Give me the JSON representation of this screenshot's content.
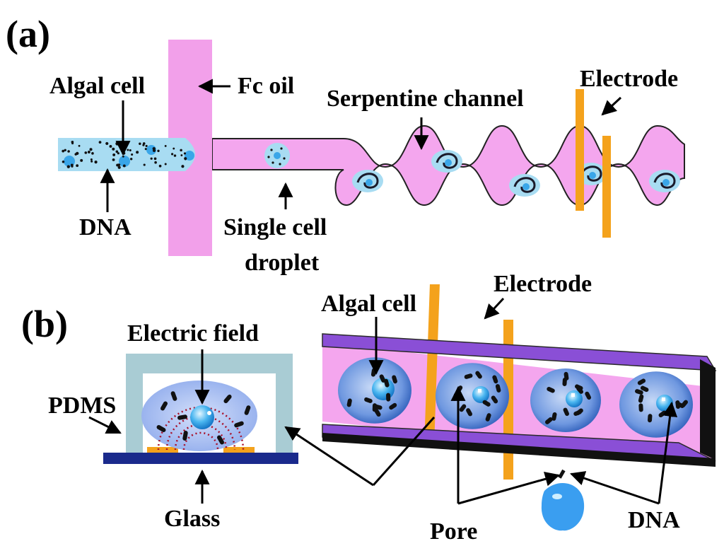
{
  "panels": {
    "a": "(a)",
    "b": "(b)"
  },
  "labels_a": {
    "algal_cell": "Algal cell",
    "fc_oil": "Fc oil",
    "serpentine": "Serpentine channel",
    "electrode": "Electrode",
    "dna": "DNA",
    "single_cell_line1": "Single cell",
    "single_cell_line2": "droplet"
  },
  "labels_b": {
    "electric_field": "Electric field",
    "pdms": "PDMS",
    "glass": "Glass",
    "algal_cell": "Algal cell",
    "electrode": "Electrode",
    "pore": "Pore",
    "dna": "DNA"
  },
  "colors": {
    "channel_pink": "#f4a6ee",
    "oil_pink": "#f2a0ea",
    "sample_blue": "#a8dcf2",
    "cell_blue": "#3aa6e8",
    "electrode_orange": "#f4a21c",
    "pdms_teal": "#a9ccd4",
    "glass_navy": "#1a2a8c",
    "tube_purple": "#8a4fd6",
    "droplet_blue": "#5a86d6",
    "field_red": "#a8102a"
  }
}
